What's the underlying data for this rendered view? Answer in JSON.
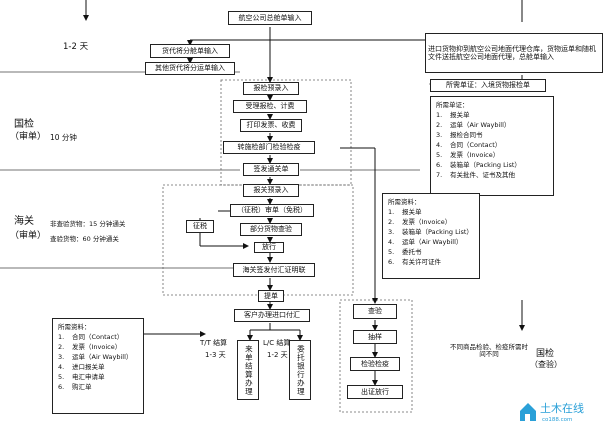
{
  "nodes": {
    "n_top": "航空公司总舱单输入",
    "n_a1": "货代将分舱单输入",
    "n_a2": "其他货代将分运单输入",
    "n_right_info": "进口货物抑到航空公司地面代理仓库，货物运单和随机文件送抵航空公司地面代理，总舱单输入",
    "n_bj": "报检预录入",
    "n_sljy": "受理报检、计费",
    "n_dy": "打印发票、收费",
    "n_zq": "转施检部门检验检疫",
    "n_qf": "签发通关单",
    "n_bgyl": "报关预录入",
    "n_zs": "（征税）审单（免税）",
    "n_zhengshui": "征税",
    "n_bfcy": "部分货物查验",
    "n_fx": "放行",
    "n_hgqf": "海关签发付汇证明联",
    "n_td": "提单",
    "n_khbl": "客户办理进口付汇",
    "n_cy": "查验",
    "n_cy2": "抽样",
    "n_jyjy": "检验检疫",
    "n_cjfx": "出证放行",
    "n_ldb": "来单结算办理",
    "n_wtbl": "委托银行办理",
    "n_note_right": "不同商品检验、检疫所需时间不同"
  },
  "labels": {
    "days12": "1-2 天",
    "guojian": "国检",
    "shendan": "（审单）",
    "min10": "10 分钟",
    "haiguan": "海关",
    "shendan2": "（审单）",
    "fcy": "非查验货物：15 分钟通关",
    "cy": "查验货物：60 分钟通关",
    "tt": "T/T 结算",
    "tt_days": "1-3 天",
    "lc": "L/C 结算",
    "lc_days": "1-2 天",
    "guojian2": "国检",
    "chayan": "（查验）",
    "doc_top": "所需单证：入境货物报检单",
    "logo_text": "土木在线",
    "logo_sub": "co188.com"
  },
  "lists": {
    "right": {
      "title": "所需单证：",
      "items": [
        {
          "n": "1.",
          "t": "报关单"
        },
        {
          "n": "2.",
          "t": "运单（Air Waybill）"
        },
        {
          "n": "3.",
          "t": "报检合同书"
        },
        {
          "n": "4.",
          "t": "合同（Contact）"
        },
        {
          "n": "5.",
          "t": "发票（Invoice）"
        },
        {
          "n": "6.",
          "t": "装箱单（Packing List）"
        },
        {
          "n": "7.",
          "t": "有关批件、证书及其他"
        }
      ]
    },
    "middle": {
      "title": "所需资料：",
      "items": [
        {
          "n": "1.",
          "t": "报关单"
        },
        {
          "n": "2.",
          "t": "发票（Invoice）"
        },
        {
          "n": "3.",
          "t": "装箱单（Packing List）"
        },
        {
          "n": "4.",
          "t": "运单（Air Waybill）"
        },
        {
          "n": "5.",
          "t": "委托书"
        },
        {
          "n": "6.",
          "t": "有关许可证件"
        }
      ]
    },
    "left": {
      "title": "所需资料：",
      "items": [
        {
          "n": "1.",
          "t": "合同（Contact）"
        },
        {
          "n": "2.",
          "t": "发票（Invoice）"
        },
        {
          "n": "3.",
          "t": "运单（Air Waybill）"
        },
        {
          "n": "4.",
          "t": "进口报关单"
        },
        {
          "n": "5.",
          "t": "电汇申请单"
        },
        {
          "n": "6.",
          "t": "购汇单"
        }
      ]
    }
  }
}
